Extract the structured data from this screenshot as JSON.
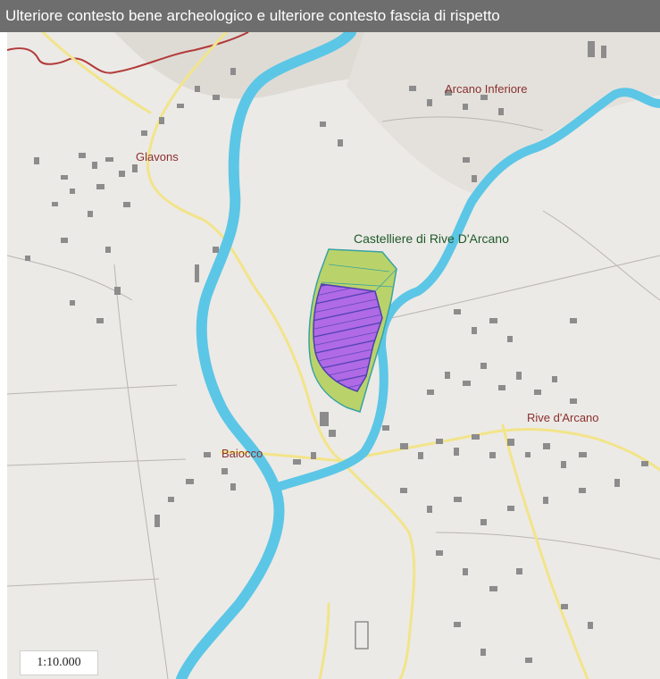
{
  "header": {
    "title": "Ulteriore contesto bene archeologico e ulteriore contesto fascia di rispetto"
  },
  "map": {
    "place_labels": {
      "glavons": "Glavons",
      "arcano_inferiore": "Arcano Inferiore",
      "castelliere": "Castelliere di Rive D'Arcano",
      "rive_darcano": "Rive d'Arcano",
      "baiocco": "Baiocco"
    },
    "scale": "1:10.000",
    "colors": {
      "background": "#eceae6",
      "river": "#5cc6e6",
      "road": "#f2e48a",
      "boundary": "#b23a3a",
      "building": "#8c8c8c",
      "buffer_zone": "#b9d36a",
      "archaeological_site": "#b06ae6"
    }
  }
}
